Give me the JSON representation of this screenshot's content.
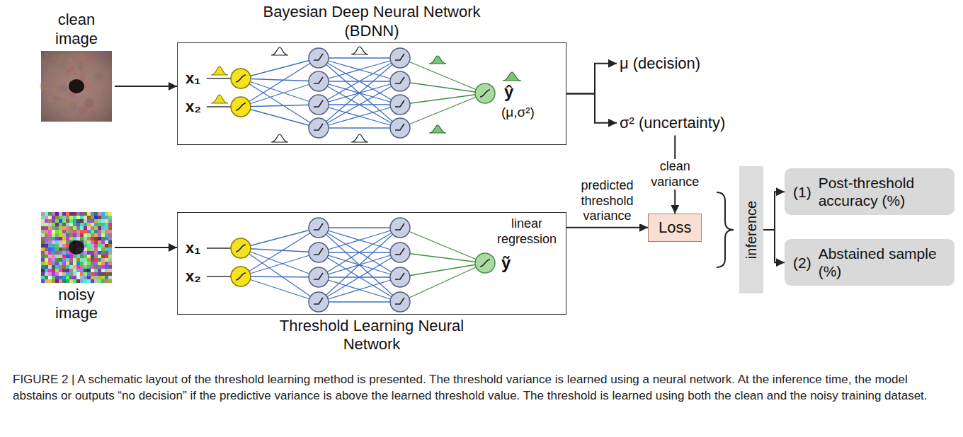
{
  "diagram": {
    "caption": "FIGURE 2 | A schematic layout of the threshold learning method is presented. The threshold variance is learned using a neural network. At the inference time, the model abstains or outputs “no decision” if the predictive variance is above the learned threshold value. The threshold is learned using both the clean and the noisy training dataset.",
    "nodes": [
      {
        "text": [
          "clean image"
        ]
      },
      {
        "text": [
          "Bayesian Deep Neural Network (BDNN)"
        ]
      },
      {
        "text": [
          "μ (decision)"
        ]
      },
      {
        "text": [
          "σ² (uncertainty)"
        ]
      },
      {
        "text": [
          "noisy image"
        ]
      },
      {
        "text": [
          "Threshold Learning Neural Network"
        ]
      },
      {
        "text": [
          "Loss"
        ]
      },
      {
        "text": [
          "inference"
        ]
      },
      {
        "text": [
          "(1)",
          "Post-threshold accuracy (%)"
        ]
      },
      {
        "text": [
          "(2)",
          "Abstained sample (%)"
        ]
      }
    ],
    "edges": [
      {
        "from": 0,
        "to": 1,
        "arrow": "to"
      },
      {
        "from": 1,
        "to": 2,
        "arrow": "to"
      },
      {
        "from": 1,
        "to": 3,
        "arrow": "to"
      },
      {
        "from": 3,
        "to": 6,
        "arrow": "to",
        "label": "clean variance"
      },
      {
        "from": 4,
        "to": 5,
        "arrow": "to"
      },
      {
        "from": 5,
        "to": 6,
        "arrow": "to",
        "label": "predicted threshold variance"
      },
      {
        "from": 7,
        "to": 8,
        "arrow": "to"
      },
      {
        "from": 7,
        "to": 9,
        "arrow": "to"
      }
    ],
    "labels": [
      "x₁",
      "x₂",
      "ŷ",
      "(μ,σ²)",
      "x₁",
      "x₂",
      "linear regression",
      "ỹ"
    ]
  }
}
